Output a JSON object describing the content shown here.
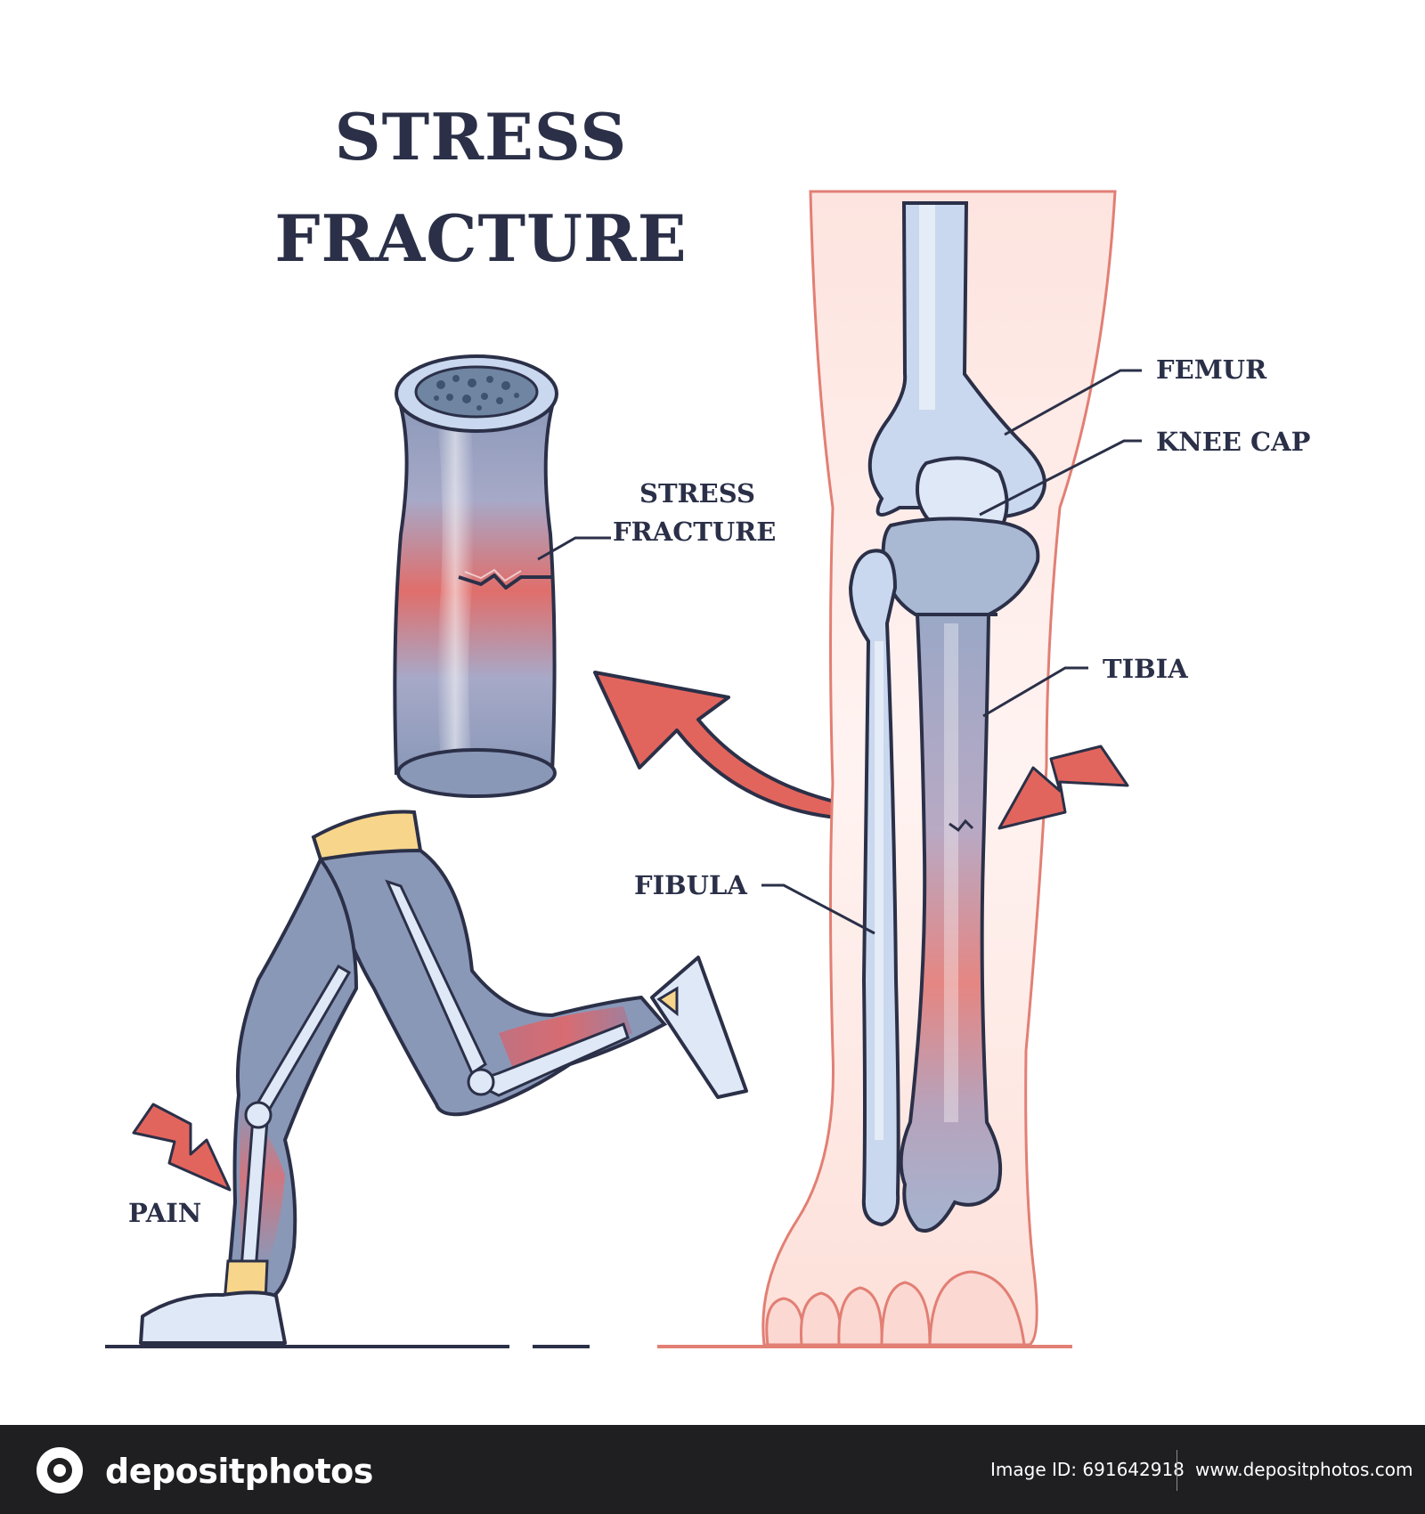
{
  "title_line1": "STRESS",
  "title_line2": "FRACTURE",
  "labels": {
    "stress_fracture_line1": "STRESS",
    "stress_fracture_line2": "FRACTURE",
    "femur": "FEMUR",
    "knee_cap": "KNEE CAP",
    "tibia": "TIBIA",
    "fibula": "FIBULA",
    "pain": "PAIN"
  },
  "footer": {
    "brand": "depositphotos",
    "image_id": "Image ID: 691642918",
    "site": "www.depositphotos.com"
  },
  "colors": {
    "outline": "#2b3048",
    "bone": "#c9d8ee",
    "muscle": "#8a98b8",
    "pain_red": "#e2655d",
    "skin": "#fbe3dd",
    "skin_outline": "#e27f74",
    "footer_bg": "#1f1f22"
  }
}
